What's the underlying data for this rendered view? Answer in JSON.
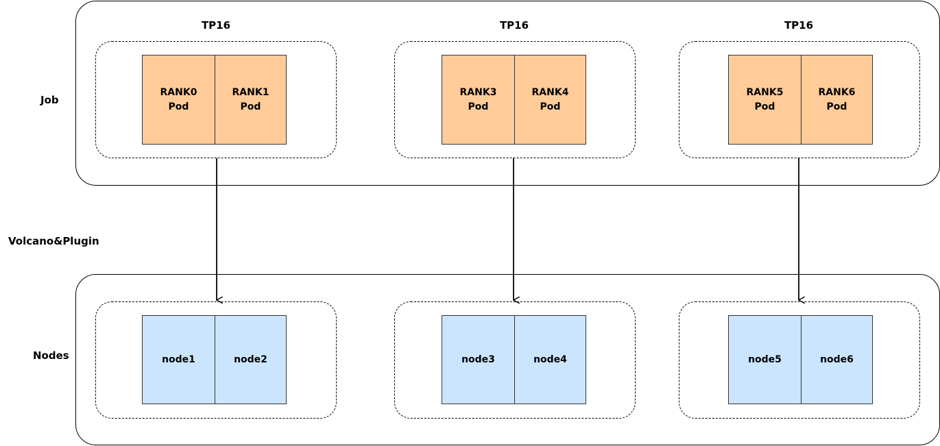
{
  "labels": {
    "job": "Job",
    "scheduler": "Volcano&Plugin",
    "nodes": "Nodes"
  },
  "colors": {
    "pod_fill": "#FFCC99",
    "node_fill": "#CCE5FF",
    "stroke": "#000000"
  },
  "job_groups": [
    {
      "title": "TP16",
      "cells": [
        {
          "rank": "RANK0",
          "kind": "Pod"
        },
        {
          "rank": "RANK1",
          "kind": "Pod"
        }
      ]
    },
    {
      "title": "TP16",
      "cells": [
        {
          "rank": "RANK3",
          "kind": "Pod"
        },
        {
          "rank": "RANK4",
          "kind": "Pod"
        }
      ]
    },
    {
      "title": "TP16",
      "cells": [
        {
          "rank": "RANK5",
          "kind": "Pod"
        },
        {
          "rank": "RANK6",
          "kind": "Pod"
        }
      ]
    }
  ],
  "node_groups": [
    {
      "cells": [
        {
          "name": "node1"
        },
        {
          "name": "node2"
        }
      ]
    },
    {
      "cells": [
        {
          "name": "node3"
        },
        {
          "name": "node4"
        }
      ]
    },
    {
      "cells": [
        {
          "name": "node5"
        },
        {
          "name": "node6"
        }
      ]
    }
  ]
}
